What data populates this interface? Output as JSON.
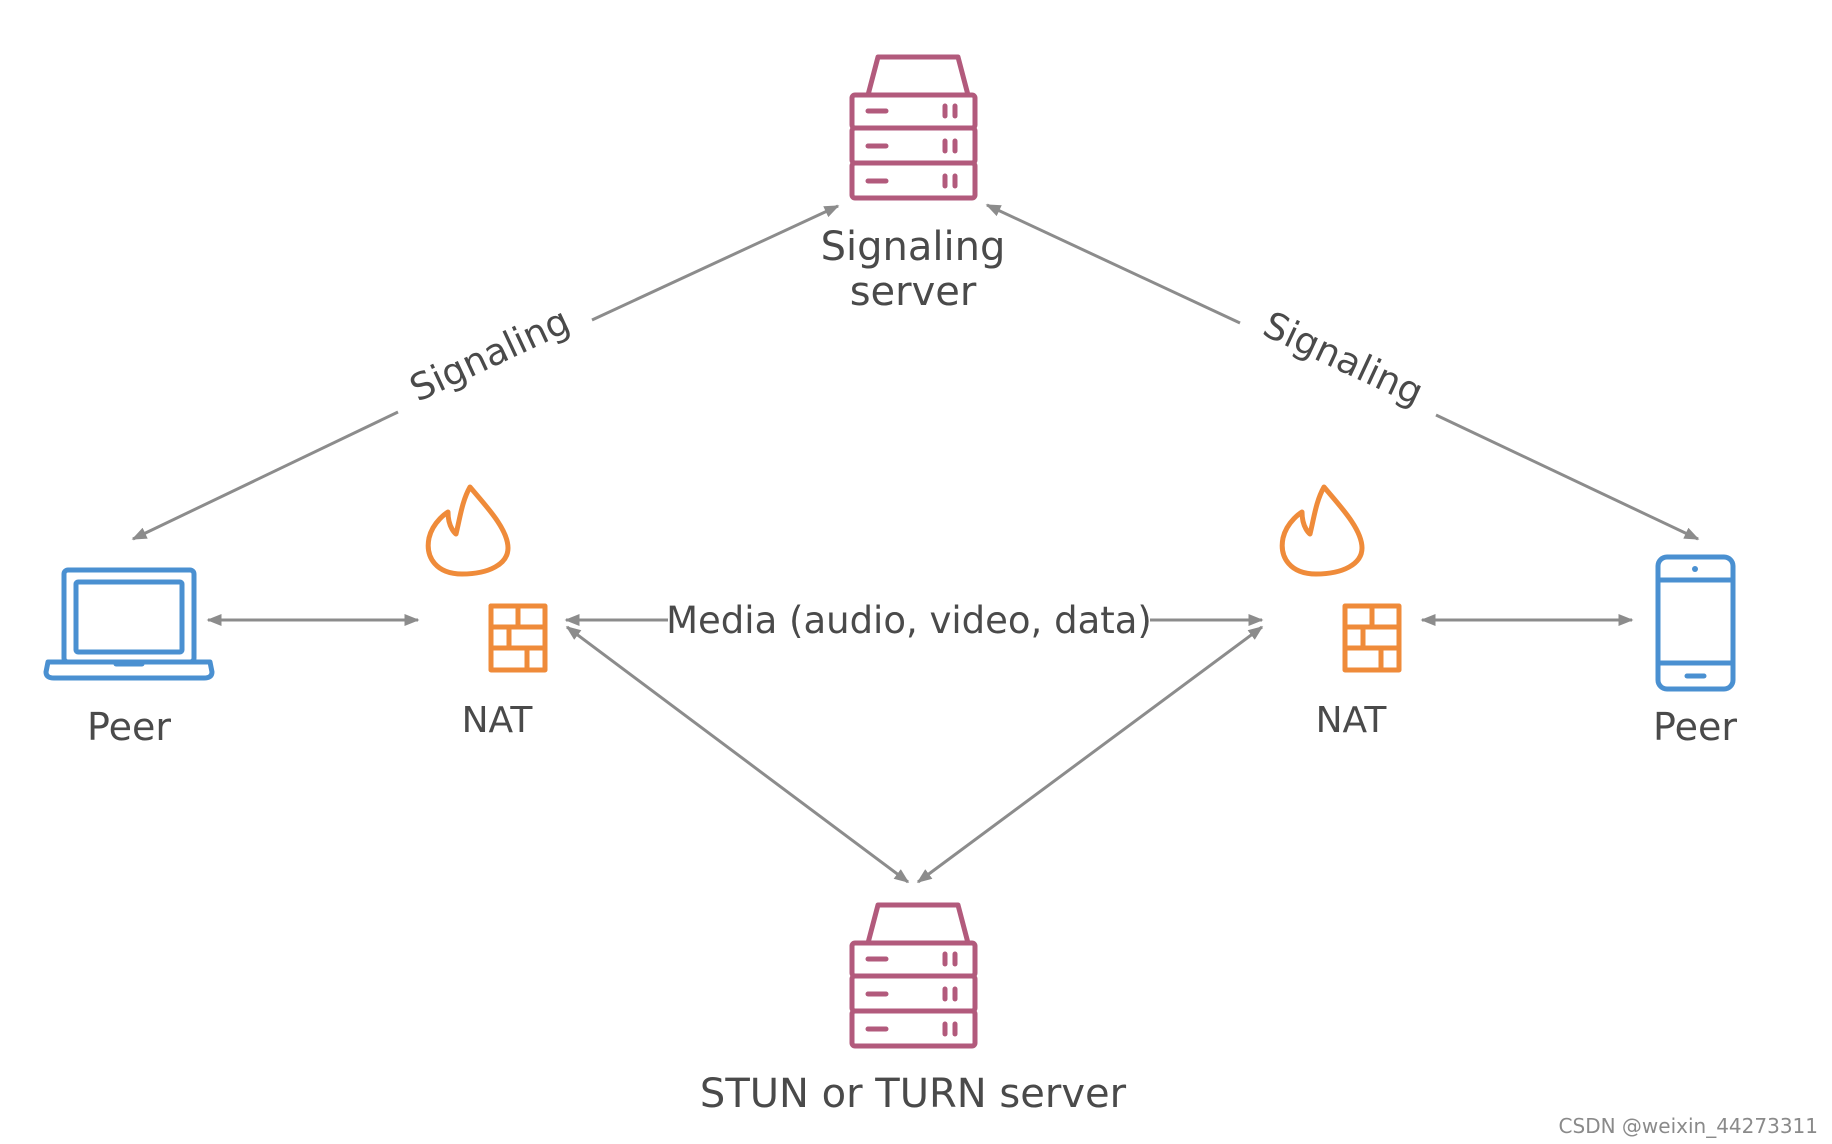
{
  "colors": {
    "server": "#b25a7c",
    "nat": "#ef8b3a",
    "peer": "#4a90d1",
    "arrow": "#8c8c8c",
    "text": "#4a4a4a"
  },
  "nodes": {
    "signaling_server": {
      "line1": "Signaling",
      "line2": "server",
      "icon": "server-icon"
    },
    "stun_turn_server": {
      "label": "STUN or TURN server",
      "icon": "server-icon"
    },
    "left_peer": {
      "label": "Peer",
      "icon": "laptop-icon"
    },
    "right_peer": {
      "label": "Peer",
      "icon": "smartphone-icon"
    },
    "left_nat": {
      "label": "NAT",
      "icon": "firewall-icon"
    },
    "right_nat": {
      "label": "NAT",
      "icon": "firewall-icon"
    }
  },
  "edges": {
    "signaling_left": "Signaling",
    "signaling_right": "Signaling",
    "media": "Media (audio, video, data)"
  },
  "watermark": "CSDN @weixin_44273311"
}
